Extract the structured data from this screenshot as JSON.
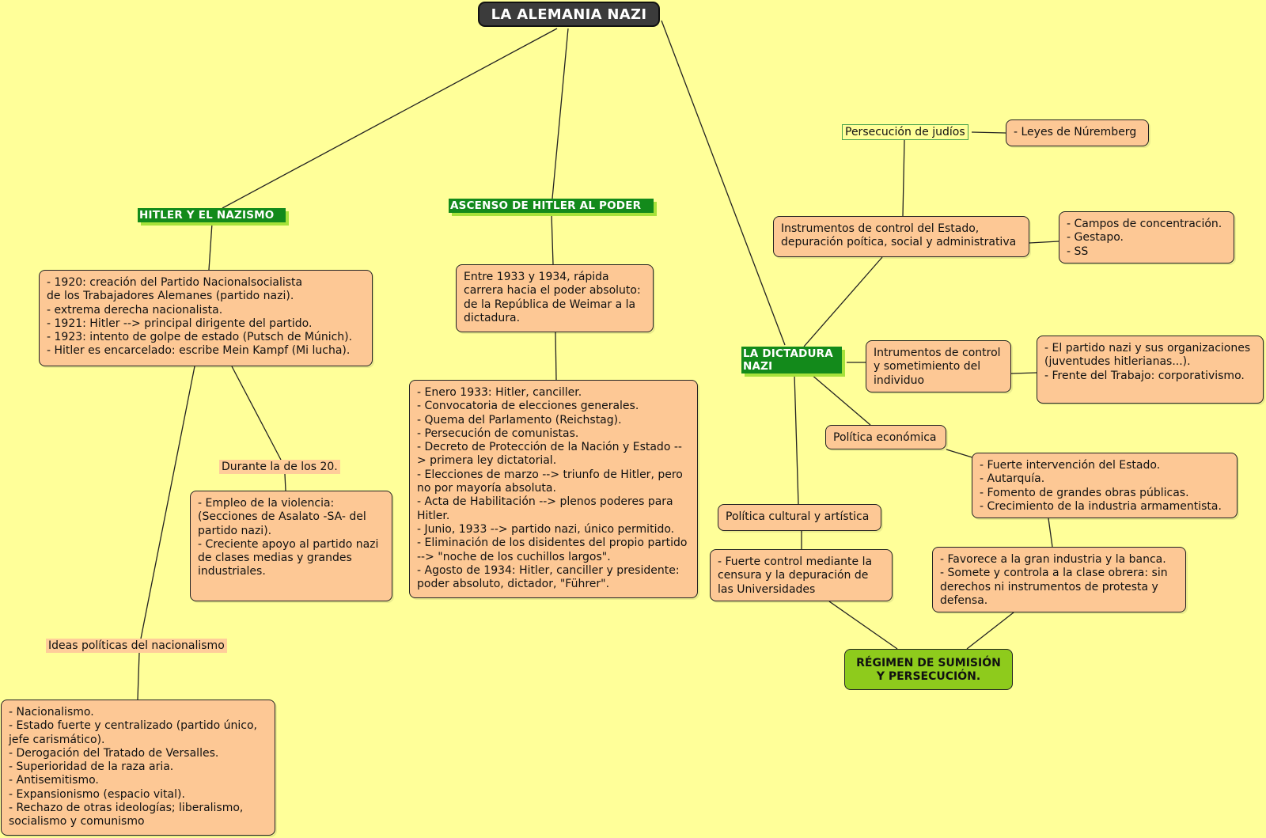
{
  "title": "LA ALEMANIA NAZI",
  "nodes": {
    "hitler_nazismo": "HITLER  Y EL NAZISMO",
    "hitler_box": "- 1920: creación del Partido Nacionalsocialista\nde los Trabajadores Alemanes (partido nazi).\n     - extrema derecha nacionalista.\n- 1921: Hitler --> principal dirigente del partido.\n- 1923: intento de golpe de estado (Putsch de Múnich).\n- Hitler es encarcelado: escribe Mein Kampf (Mi lucha).",
    "durante": "Durante la  de los 20.",
    "violencia_box": "- Empleo de la violencia:\n(Secciones de Asalato -SA- del partido nazi).\n- Creciente apoyo al partido nazi de clases medias y grandes industriales.",
    "ideas": "Ideas políticas del nacionalismo",
    "ideas_box": "- Nacionalismo.\n- Estado fuerte y centralizado (partido único, jefe carismático).\n- Derogación del Tratado de Versalles.\n- Superioridad de la raza aria.\n- Antisemitismo.\n- Expansionismo (espacio vital).\n- Rechazo de otras ideologías; liberalismo, socialismo y comunismo",
    "ascenso": "ASCENSO DE HITLER AL PODER",
    "ascenso_box": "Entre 1933 y 1934, rápida carrera hacia el poder absoluto: de la República de Weimar a la dictadura.",
    "eventos_box": "- Enero 1933: Hitler, canciller.\n- Convocatoria de elecciones generales.\n- Quema del Parlamento (Reichstag).\n- Persecución de comunistas.\n- Decreto de Protección de la Nación y Estado --> primera ley dictatorial.\n- Elecciones de marzo --> triunfo de Hitler, pero no por mayoría absoluta.\n- Acta de Habilitación --> plenos poderes para Hitler.\n- Junio, 1933 --> partido nazi, único permitido.\n- Eliminación de los disidentes del propio partido --> \"noche de los cuchillos largos\".\n- Agosto de 1934: Hitler, canciller y presidente: poder absoluto, dictador, \"Führer\".",
    "dictadura": "LA DICTADURA\nNAZI",
    "persecucion": "Persecución de judíos",
    "leyes": "- Leyes de Núremberg",
    "instrumentos_estado": "Instrumentos de control del Estado, depuración poítica, social y administrativa",
    "campos": "- Campos de concentración.\n- Gestapo.\n- SS",
    "instrumentos_individuo": "Intrumentos de control y sometimiento del individuo",
    "partido_org": "- El partido nazi y sus organizaciones (juventudes hitlerianas...).\n- Frente del Trabajo: corporativismo.",
    "economica": "Política económica",
    "economica_box": "- Fuerte intervención del Estado.\n- Autarquía.\n- Fomento de grandes obras públicas.\n- Crecimiento de la industria armamentista.",
    "favorece_box": "- Favorece a la gran industria y la banca.\n- Somete y controla a la clase obrera: sin derechos ni instrumentos de protesta y defensa.",
    "cultural": "Política cultural y artística",
    "censura_box": "- Fuerte control mediante la censura y la depuración de las Universidades",
    "regimen": "RÉGIMEN DE SUMISIÓN\nY PERSECUCIÓN."
  },
  "colors": {
    "background": "#ffff99",
    "box": "#fdc895",
    "title_box": "#3b3b3b",
    "green_label": "#138a1b",
    "green_shadow": "#a6e23a",
    "final_box": "#8ecb1c",
    "line": "#222222"
  }
}
